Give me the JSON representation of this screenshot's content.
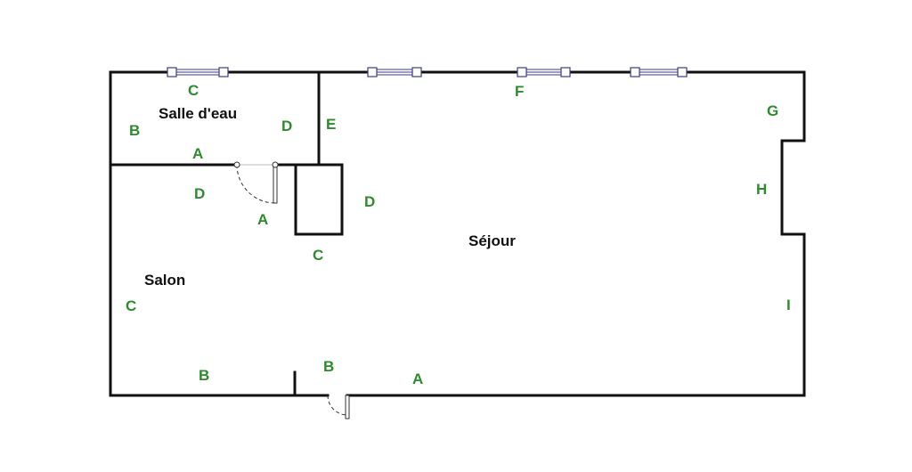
{
  "colors": {
    "wall": "#111111",
    "window_frame": "#3a3a8c",
    "window_glass": "#ffffff",
    "door_line": "#333333",
    "letter": "#2e8b2e",
    "room_text": "#111111"
  },
  "rooms": {
    "salle_deau": "Salle d'eau",
    "sejour": "Séjour",
    "salon": "Salon"
  },
  "wall_labels": {
    "bath_c": "C",
    "bath_b": "B",
    "bath_d": "D",
    "bath_a": "A",
    "sejour_e": "E",
    "sejour_f": "F",
    "sejour_g": "G",
    "sejour_h": "H",
    "sejour_i": "I",
    "sejour_d": "D",
    "sejour_c": "C",
    "sejour_b": "B",
    "sejour_a": "A",
    "salon_d": "D",
    "salon_a": "A",
    "salon_c": "C",
    "salon_b": "B"
  }
}
